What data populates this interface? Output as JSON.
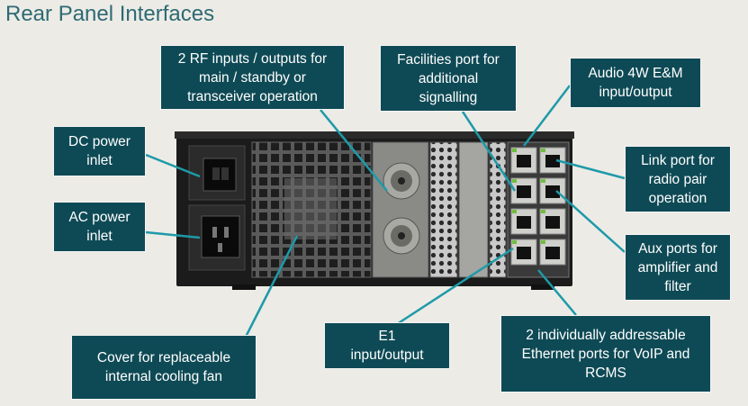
{
  "page": {
    "title": "Rear Panel Interfaces"
  },
  "callouts": {
    "dc_power": "DC power\ninlet",
    "ac_power": "AC power\ninlet",
    "rf_ports": "2 RF inputs / outputs for\nmain / standby or\ntransceiver operation",
    "facilities_port": "Facilities port for\nadditional\nsignalling",
    "audio_4w": "Audio 4W E&M\ninput/output",
    "link_port": "Link port for\nradio pair\noperation",
    "aux_ports": "Aux ports for\namplifier and\nfilter",
    "ethernet_ports": "2 individually addressable\nEthernet ports for VoIP and\nRCMS",
    "e1": "E1\ninput/output",
    "cooling_fan": "Cover for replaceable\ninternal cooling fan"
  },
  "colors": {
    "callout_bg": "#0e4a55",
    "title": "#2e6a73",
    "connector_line": "#1e9aa8",
    "background": "#ecebe6"
  }
}
